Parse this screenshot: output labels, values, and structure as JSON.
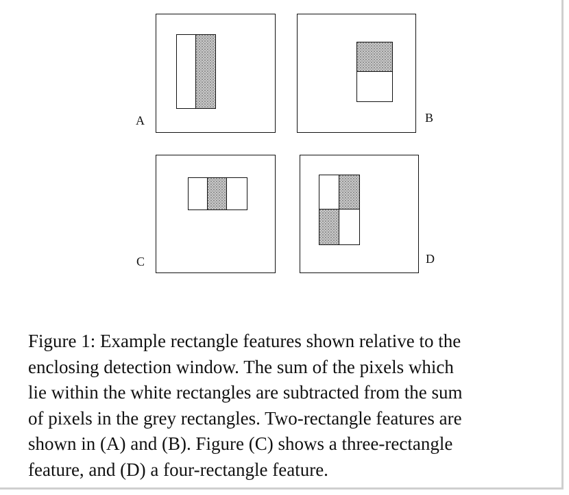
{
  "panels": {
    "a": {
      "label": "A"
    },
    "b": {
      "label": "B"
    },
    "c": {
      "label": "C"
    },
    "d": {
      "label": "D"
    }
  },
  "caption": {
    "lines": [
      "Figure 1:  Example rectangle features shown relative to the",
      "enclosing detection window.  The sum of the pixels which",
      "lie within the white rectangles are subtracted from the sum",
      "of pixels in the grey rectangles.  Two-rectangle features are",
      "shown in (A) and (B). Figure (C) shows a three-rectangle",
      "feature, and (D) a four-rectangle feature."
    ]
  },
  "colors": {
    "grey_fill": "#c9c9c9",
    "line": "#111111"
  }
}
